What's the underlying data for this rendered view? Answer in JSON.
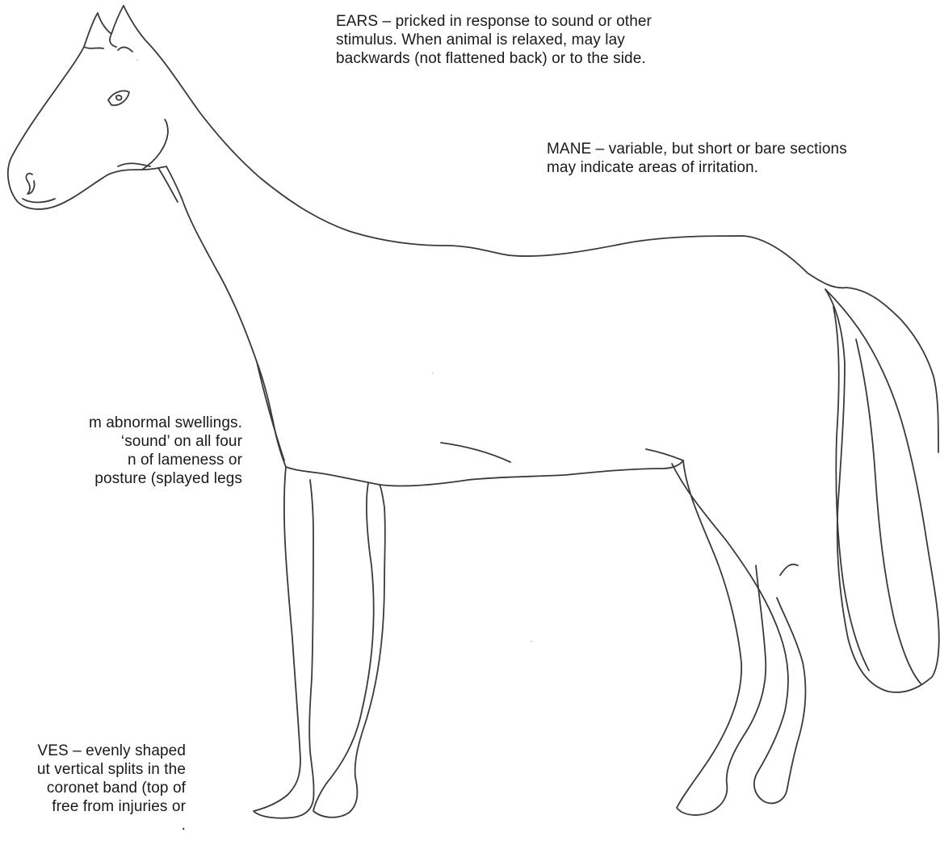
{
  "annotations": {
    "ears": {
      "lines": [
        "EARS – pricked in response to sound or other",
        "stimulus. When animal is relaxed, may lay",
        "backwards (not flattened back) or to the side."
      ]
    },
    "mane": {
      "lines": [
        "MANE – variable, but short or bare sections",
        "may indicate areas of irritation."
      ]
    },
    "legs": {
      "lines": [
        "m abnormal swellings.",
        "‘sound’ on all four",
        "n of lameness or",
        "posture (splayed legs"
      ]
    },
    "hooves": {
      "lines": [
        "VES – evenly shaped",
        "ut vertical splits in the",
        "coronet band (top of",
        "free from injuries or",
        "."
      ]
    }
  },
  "drawing": {
    "subject": "horse-outline",
    "stroke_color": "#3a3a3a"
  }
}
